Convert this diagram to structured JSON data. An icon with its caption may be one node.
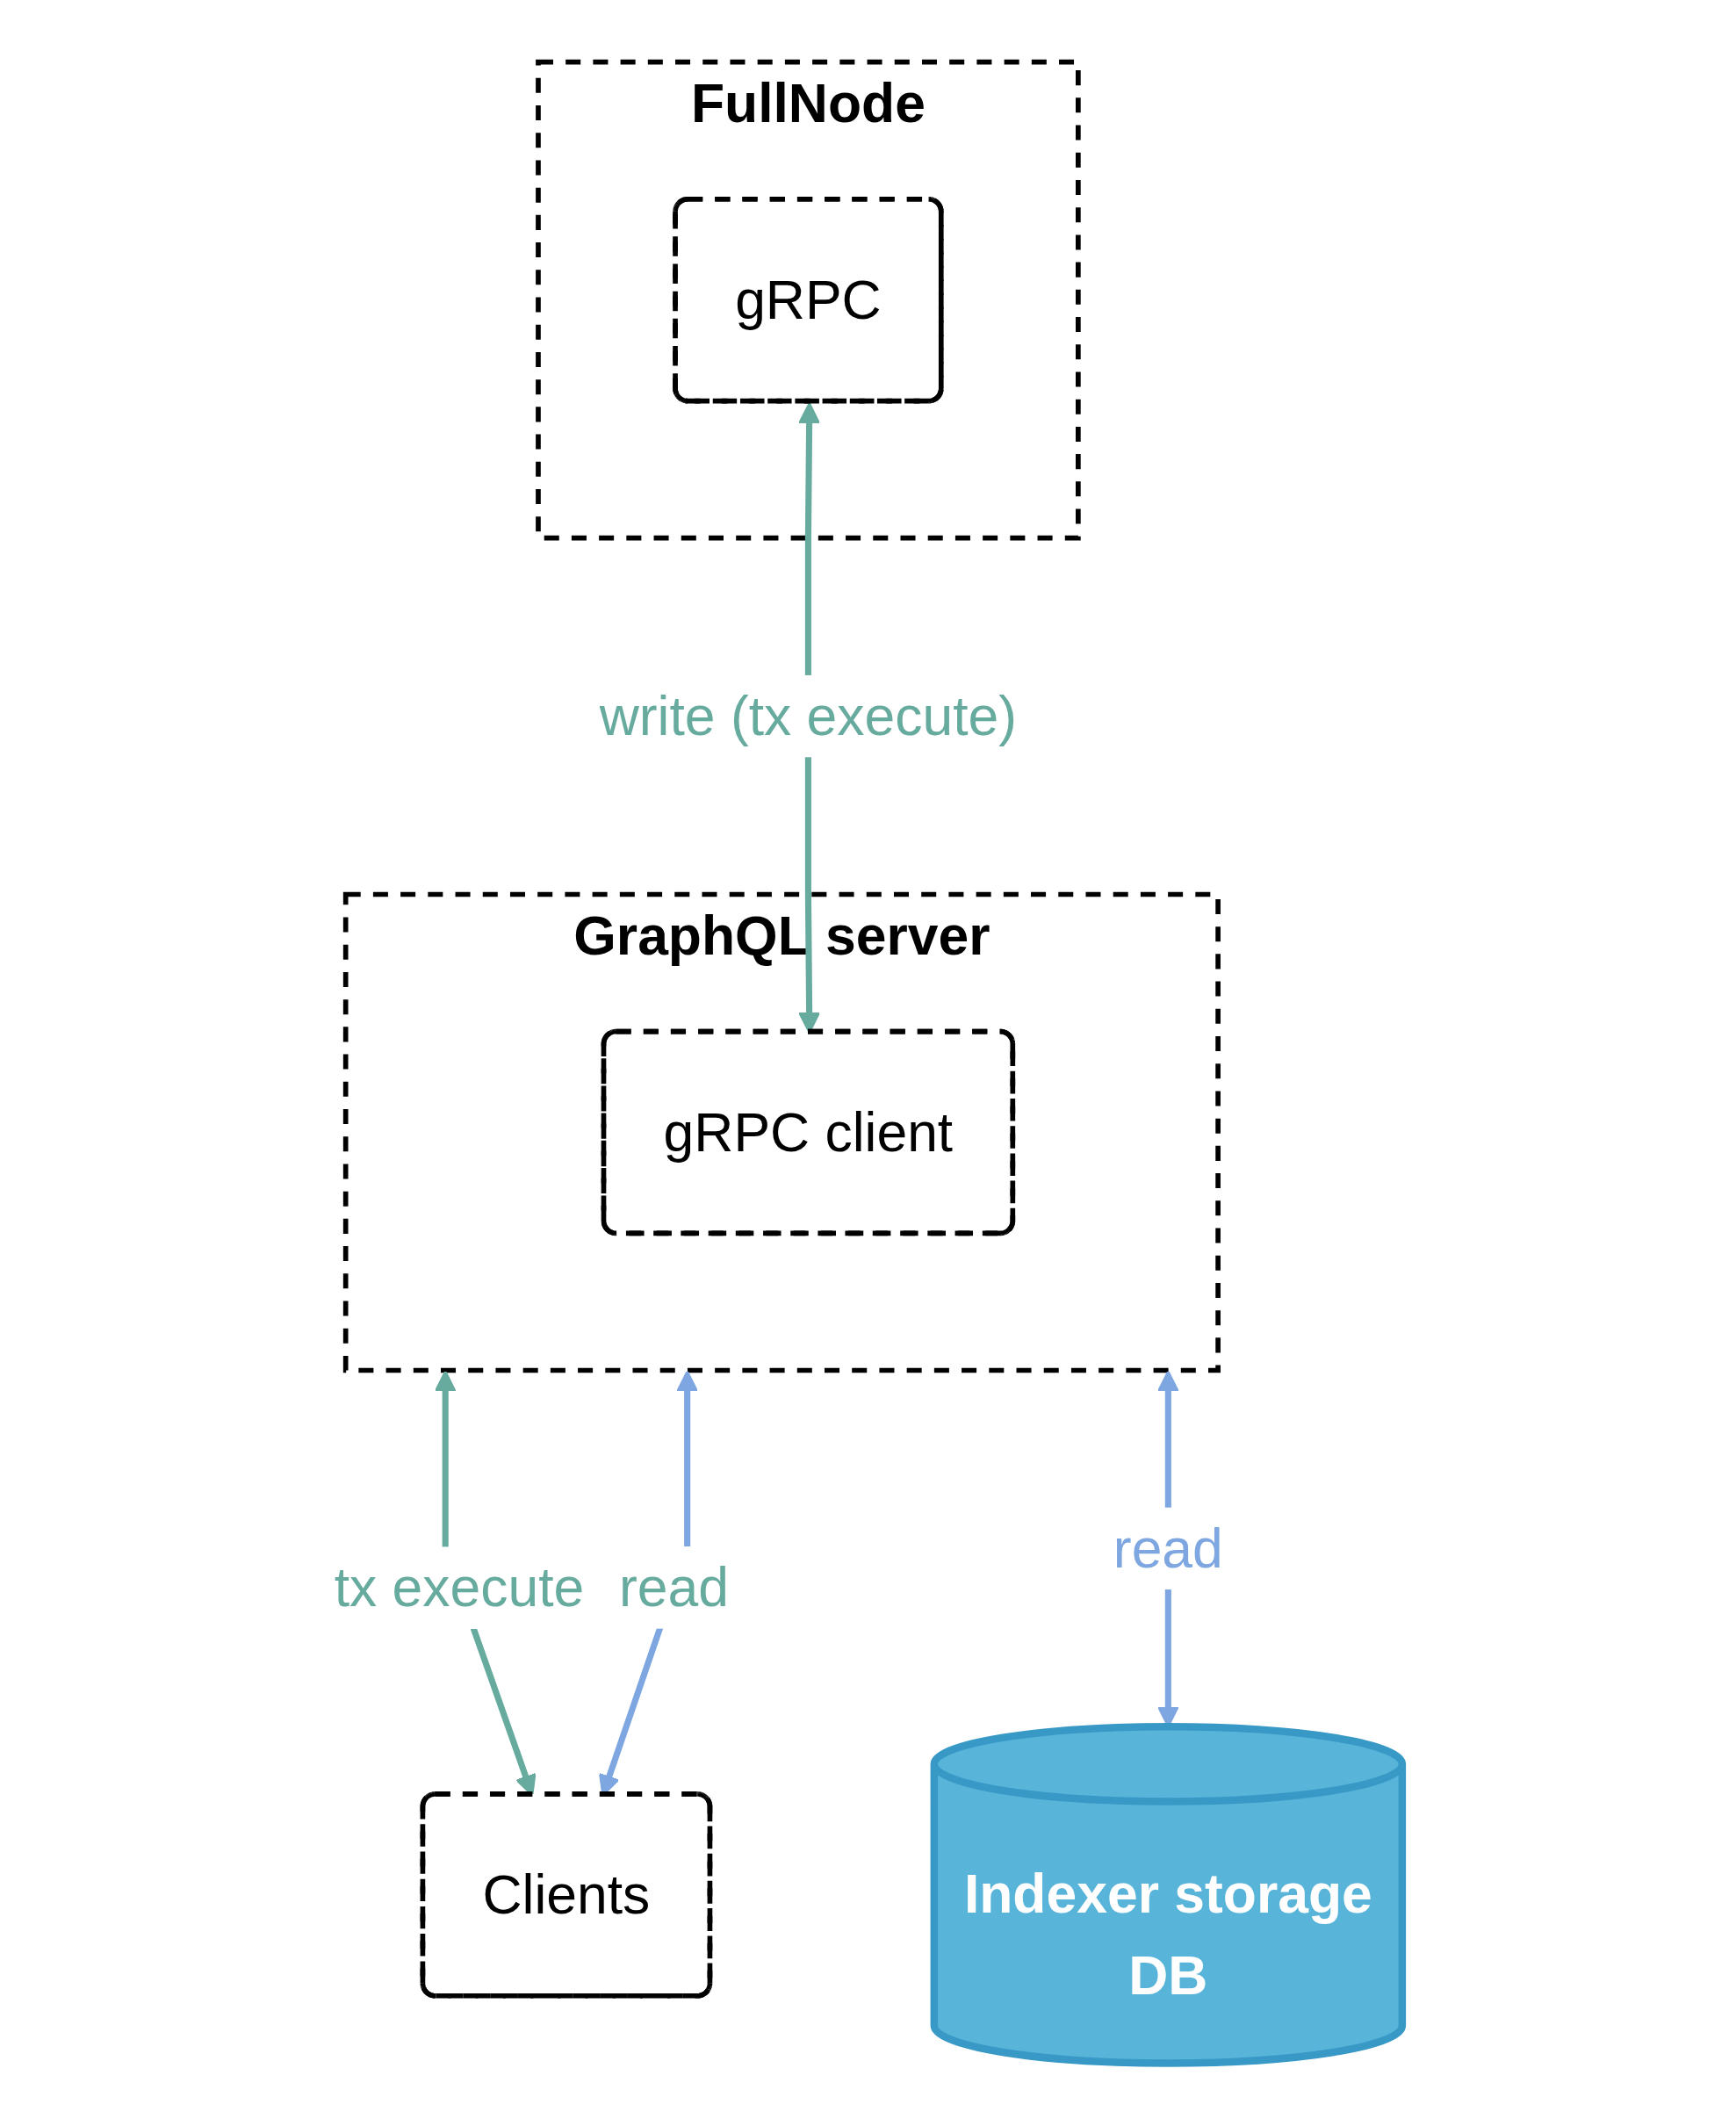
{
  "diagram": {
    "nodes": [
      {
        "text": [
          "FullNode"
        ]
      },
      {
        "text": [
          "gRPC"
        ],
        "in": 0
      },
      {
        "text": [
          "GraphQL server"
        ]
      },
      {
        "text": [
          "gRPC client"
        ],
        "in": 2
      },
      {
        "text": [
          "Clients"
        ]
      },
      {
        "text": [
          "Indexer storage",
          "DB"
        ]
      }
    ],
    "edges": [
      {
        "from": 1,
        "to": 3,
        "arrow": "both",
        "label": "write (tx execute)",
        "color": "#67ab9f"
      },
      {
        "from": 2,
        "to": 4,
        "arrow": "both",
        "label": "tx execute",
        "color": "#67ab9f"
      },
      {
        "from": 2,
        "to": 4,
        "arrow": "both",
        "label": "read",
        "color": "#7ea6e0"
      },
      {
        "from": 2,
        "to": 5,
        "arrow": "both",
        "label": "read",
        "color": "#7ea6e0"
      }
    ]
  }
}
